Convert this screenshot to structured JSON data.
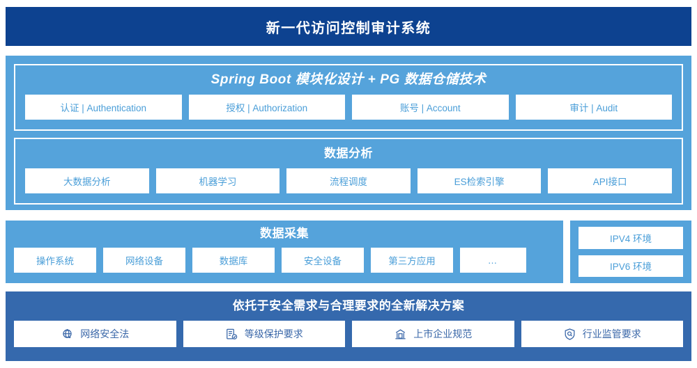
{
  "header": {
    "title": "新一代访问控制审计系统"
  },
  "architecture": {
    "platform": {
      "title": "Spring Boot 模块化设计 + PG 数据仓储技术",
      "cards": [
        {
          "label": "认证 | Authentication"
        },
        {
          "label": "授权 | Authorization"
        },
        {
          "label": "账号 | Account"
        },
        {
          "label": "审计 | Audit"
        }
      ]
    },
    "analysis": {
      "title": "数据分析",
      "cards": [
        {
          "label": "大数据分析"
        },
        {
          "label": "机器学习"
        },
        {
          "label": "流程调度"
        },
        {
          "label": "ES检索引擎"
        },
        {
          "label": "API接口"
        }
      ]
    }
  },
  "collection": {
    "title": "数据采集",
    "cards": [
      {
        "label": "操作系统"
      },
      {
        "label": "网络设备"
      },
      {
        "label": "数据库"
      },
      {
        "label": "安全设备"
      },
      {
        "label": "第三方应用"
      },
      {
        "label": "…"
      }
    ]
  },
  "ip_environment": {
    "items": [
      {
        "label": "IPV4 环境"
      },
      {
        "label": "IPV6 环境"
      }
    ]
  },
  "solution": {
    "title": "依托于安全需求与合理要求的全新解决方案",
    "cards": [
      {
        "label": "网络安全法",
        "icon": "globe-icon"
      },
      {
        "label": "等级保护要求",
        "icon": "document-check-icon"
      },
      {
        "label": "上市企业规范",
        "icon": "bank-icon"
      },
      {
        "label": "行业监管要求",
        "icon": "shield-search-icon"
      }
    ]
  },
  "colors": {
    "header_bg": "#0d4290",
    "section_bg": "#55a3db",
    "solution_bg": "#3569ad",
    "card_bg": "#ffffff",
    "card_text": "#4a9ed8",
    "card_text_dark": "#3a67a8"
  }
}
